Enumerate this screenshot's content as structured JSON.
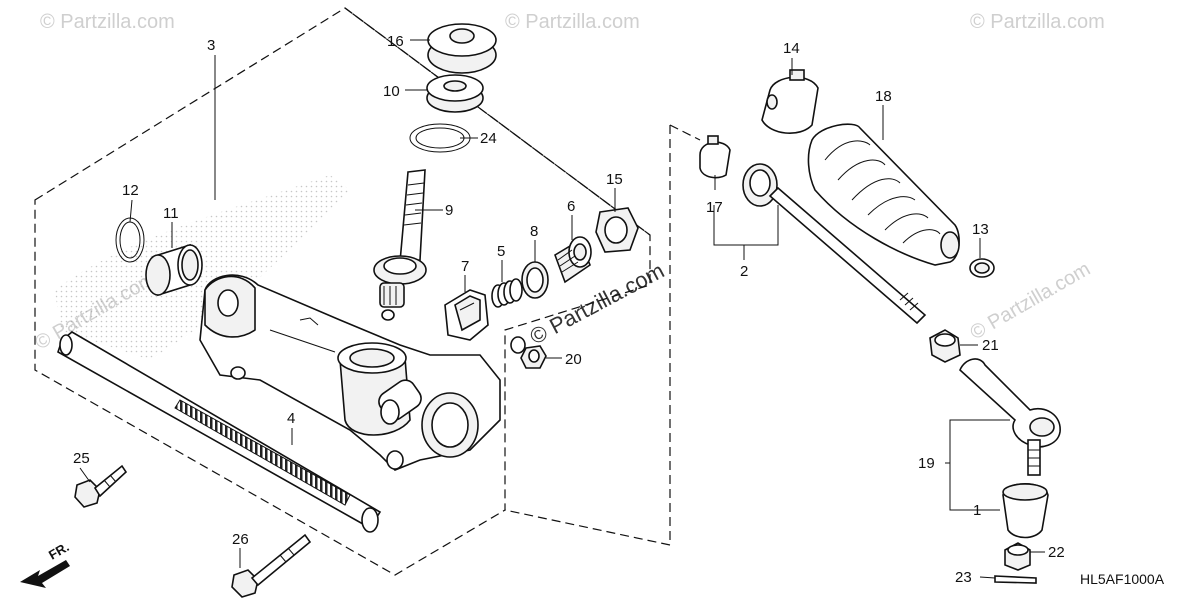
{
  "diagram": {
    "code": "HL5AF1000A",
    "direction_label": "FR.",
    "watermark": "© Partzilla.com",
    "watermark_short": "Partzilla.com",
    "callouts": {
      "c1": "1",
      "c2": "2",
      "c3": "3",
      "c4": "4",
      "c5": "5",
      "c6": "6",
      "c7": "7",
      "c8": "8",
      "c9": "9",
      "c10": "10",
      "c11": "11",
      "c12": "12",
      "c13": "13",
      "c14": "14",
      "c15": "15",
      "c16": "16",
      "c17": "17",
      "c18": "18",
      "c19": "19",
      "c20": "20",
      "c21": "21",
      "c22": "22",
      "c23": "23",
      "c24": "24",
      "c25": "25",
      "c26": "26"
    }
  }
}
